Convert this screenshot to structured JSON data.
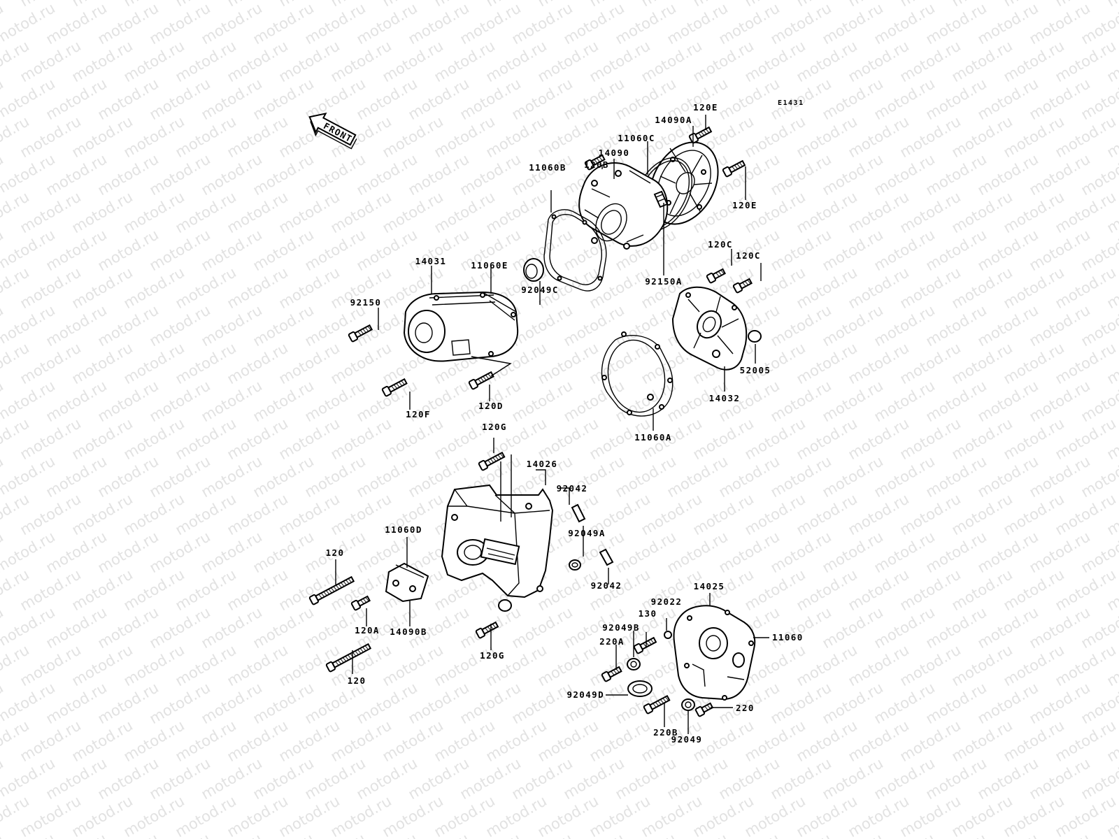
{
  "watermark_text": "motod.ru",
  "figure_code": "E1431",
  "front_arrow_text": "FRONT",
  "labels": [
    {
      "id": "120E-top",
      "text": "120E"
    },
    {
      "id": "14090A",
      "text": "14090A"
    },
    {
      "id": "11060C",
      "text": "11060C"
    },
    {
      "id": "14090",
      "text": "14090"
    },
    {
      "id": "120B",
      "text": "120B"
    },
    {
      "id": "11060B",
      "text": "11060B"
    },
    {
      "id": "120E-right",
      "text": "120E"
    },
    {
      "id": "14031",
      "text": "14031"
    },
    {
      "id": "11060E",
      "text": "11060E"
    },
    {
      "id": "92150",
      "text": "92150"
    },
    {
      "id": "92049C",
      "text": "92049C"
    },
    {
      "id": "92150A",
      "text": "92150A"
    },
    {
      "id": "120C-a",
      "text": "120C"
    },
    {
      "id": "120C-b",
      "text": "120C"
    },
    {
      "id": "52005",
      "text": "52005"
    },
    {
      "id": "14032",
      "text": "14032"
    },
    {
      "id": "11060A",
      "text": "11060A"
    },
    {
      "id": "120F",
      "text": "120F"
    },
    {
      "id": "120D",
      "text": "120D"
    },
    {
      "id": "120G-top",
      "text": "120G"
    },
    {
      "id": "14026",
      "text": "14026"
    },
    {
      "id": "92042-top",
      "text": "92042"
    },
    {
      "id": "92049A",
      "text": "92049A"
    },
    {
      "id": "92042-bottom",
      "text": "92042"
    },
    {
      "id": "11060D",
      "text": "11060D"
    },
    {
      "id": "120-top",
      "text": "120"
    },
    {
      "id": "120A",
      "text": "120A"
    },
    {
      "id": "14090B",
      "text": "14090B"
    },
    {
      "id": "120-bottom",
      "text": "120"
    },
    {
      "id": "120G-bottom",
      "text": "120G"
    },
    {
      "id": "14025",
      "text": "14025"
    },
    {
      "id": "92022",
      "text": "92022"
    },
    {
      "id": "130",
      "text": "130"
    },
    {
      "id": "92049B",
      "text": "92049B"
    },
    {
      "id": "220A",
      "text": "220A"
    },
    {
      "id": "11060",
      "text": "11060"
    },
    {
      "id": "92049D",
      "text": "92049D"
    },
    {
      "id": "220B",
      "text": "220B"
    },
    {
      "id": "220",
      "text": "220"
    },
    {
      "id": "92049",
      "text": "92049"
    }
  ]
}
